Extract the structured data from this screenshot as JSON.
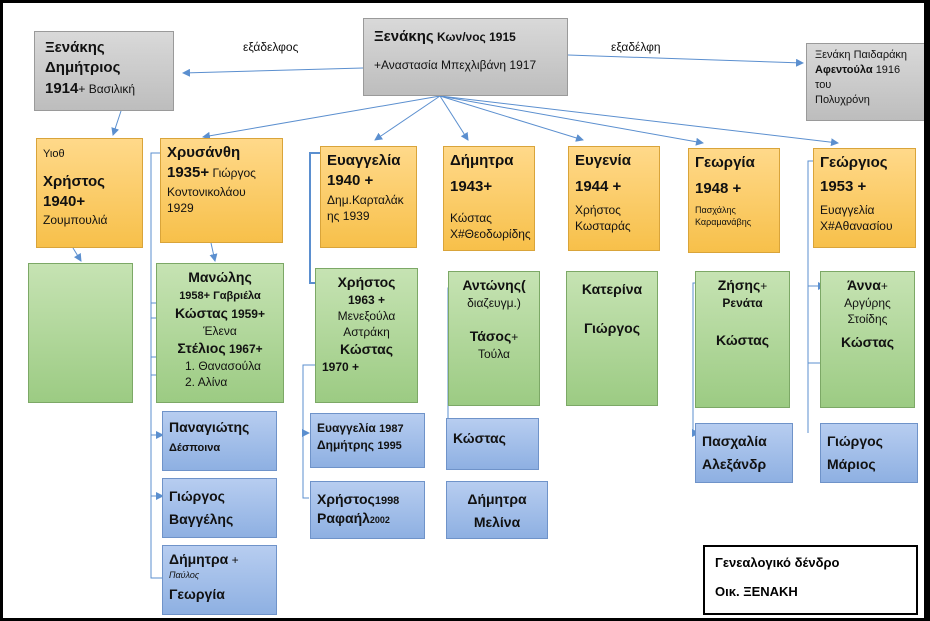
{
  "root": {
    "name": "Ξενάκης",
    "detail": "Κων/νος 1915",
    "spouse": "+Αναστασία Μπεχλιβάνη 1917"
  },
  "cousin_left": {
    "line1": "Ξενάκης",
    "line2": "Δημήτριος",
    "year": "1914",
    "spouse": "+ Βασιλική",
    "relation": "εξάδελφος"
  },
  "cousin_right": {
    "line1": "Ξενάκη Παιδαράκη",
    "line2": "Αφεντούλα",
    "year": "1916 του",
    "spouse": "Πολυχρόνη",
    "relation": "εξαδέλφη"
  },
  "children": [
    {
      "top": "Υιοθ",
      "name": "Χρήστος",
      "year": "1940+",
      "spouse": "Ζουμπουλιά"
    },
    {
      "name": "Χρυσάνθη",
      "year": "1935+",
      "spouse1": "Γιώργος",
      "spouse2": "Κοντονικολάου",
      "spouse_year": "1929"
    },
    {
      "name": "Ευαγγελία",
      "year": "1940 +",
      "spouse1": "Δημ.Καρταλάκ",
      "spouse2": "ης 1939"
    },
    {
      "name": "Δήμητρα",
      "year": "1943+",
      "spouse1": "Κώστας",
      "spouse2": "Χ#Θεοδωρίδης"
    },
    {
      "name": "Ευγενία",
      "year": "1944 +",
      "spouse1": "Χρήστος",
      "spouse2": "Κωσταράς"
    },
    {
      "name": "Γεωργία",
      "year": "1948 +",
      "spouse1": "Πασχάλης",
      "spouse2": "Καραμανάβης"
    },
    {
      "name": "Γεώργιος",
      "year": "1953 +",
      "spouse1": "Ευαγγελία",
      "spouse2": "Χ#Αθανασίου"
    }
  ],
  "grandchildren": {
    "chrysanthi": {
      "manolis": "Μανώλης",
      "manolis_year": "1958+ Γαβριέλα",
      "kostas": "Κώστας",
      "kostas_year": "1959+",
      "kostas_spouse": "Έλενα",
      "stelios": "Στέλιος",
      "stelios_year": "1967+",
      "kids": [
        "Θανασούλα",
        "Αλίνα"
      ]
    },
    "evangelia": {
      "christos": "Χρήστος",
      "christos_line": "1963 +",
      "spouse1": "Μενεξούλα",
      "spouse2": "Αστράκη",
      "kostas": "Κώστας",
      "kostas_year": "1970 +"
    },
    "dimitra": {
      "antonis": "Αντώνης(",
      "antonis_note": "διαζευγμ.)",
      "tasos": "Τάσος",
      "tasos_plus": "+",
      "tasos_spouse": "Τούλα"
    },
    "evgenia": {
      "a": "Κατερίνα",
      "b": "Γιώργος"
    },
    "georgia": {
      "zisis": "Ζήσης",
      "zisis_plus": "+",
      "zisis_spouse": "Ρενάτα",
      "kostas": "Κώστας"
    },
    "georgios": {
      "anna": "Άννα",
      "anna_plus": "+",
      "anna_spouse1": "Αργύρης",
      "anna_spouse2": "Στοίδης",
      "kostas": "Κώστας"
    }
  },
  "great_grandchildren": {
    "panagiotis": {
      "name": "Παναγιώτης",
      "sub": "Δέσποινα"
    },
    "giorgos_vaggelis": {
      "a": "Γιώργος",
      "b": "Βαγγέλης"
    },
    "dimitra_g": {
      "a": "Δήμητρα",
      "plus": "+",
      "spouse": "Παύλος",
      "b": "Γεωργία"
    },
    "ev_dim": {
      "a": "Ευαγγελία",
      "a_year": "1987",
      "b": "Δημήτρης",
      "b_year": "1995"
    },
    "chr_raf": {
      "a": "Χρήστος",
      "a_year": "1998",
      "b": "Ραφαήλ",
      "b_year": "2002"
    },
    "kostas_d": {
      "a": "Κώστας"
    },
    "dim_mel": {
      "a": "Δήμητρα",
      "b": "Μελίνα"
    },
    "pasch_alex": {
      "a": "Πασχαλία",
      "b": "Αλεξάνδρ"
    },
    "gio_mar": {
      "a": "Γιώργος",
      "b": "Μάριος"
    }
  },
  "title": {
    "line1": "Γενεαλογικό δένδρο",
    "line2": "Οικ. ΞΕΝΑΚΗ"
  }
}
